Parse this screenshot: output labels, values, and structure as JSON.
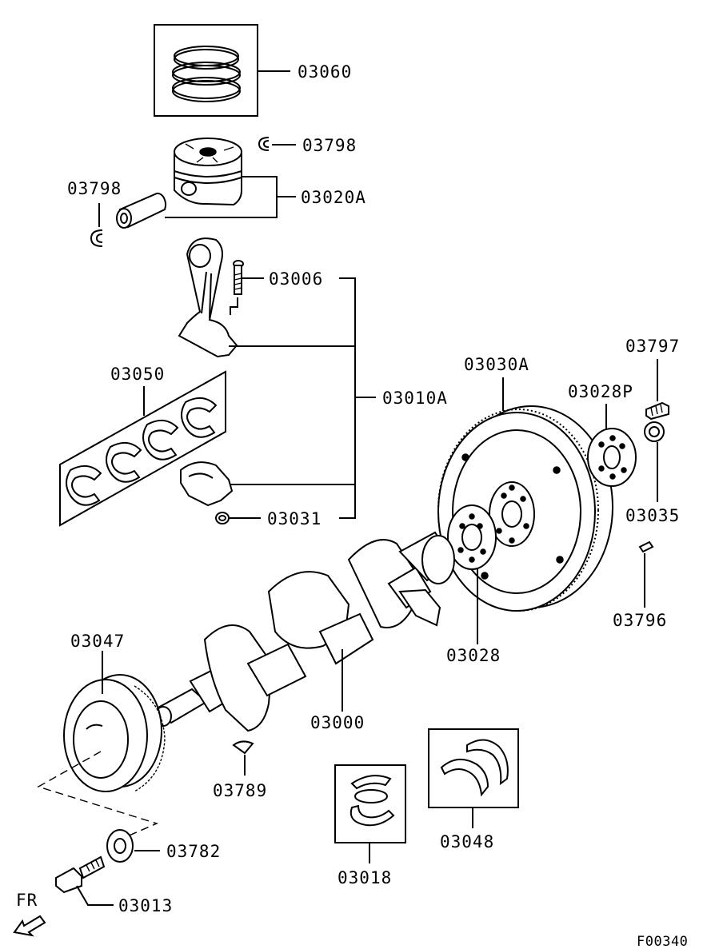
{
  "labels": {
    "p03060": "03060",
    "p03798_right": "03798",
    "p03798_left": "03798",
    "p03020a": "03020A",
    "p03006": "03006",
    "p03050": "03050",
    "p03010a": "03010A",
    "p03031": "03031",
    "p03030a": "03030A",
    "p03028p": "03028P",
    "p03797": "03797",
    "p03035": "03035",
    "p03796": "03796",
    "p03028": "03028",
    "p03047": "03047",
    "p03000": "03000",
    "p03789": "03789",
    "p03782": "03782",
    "p03013": "03013",
    "p03018": "03018",
    "p03048": "03048",
    "fr": "FR",
    "figure_code": "F00340"
  }
}
